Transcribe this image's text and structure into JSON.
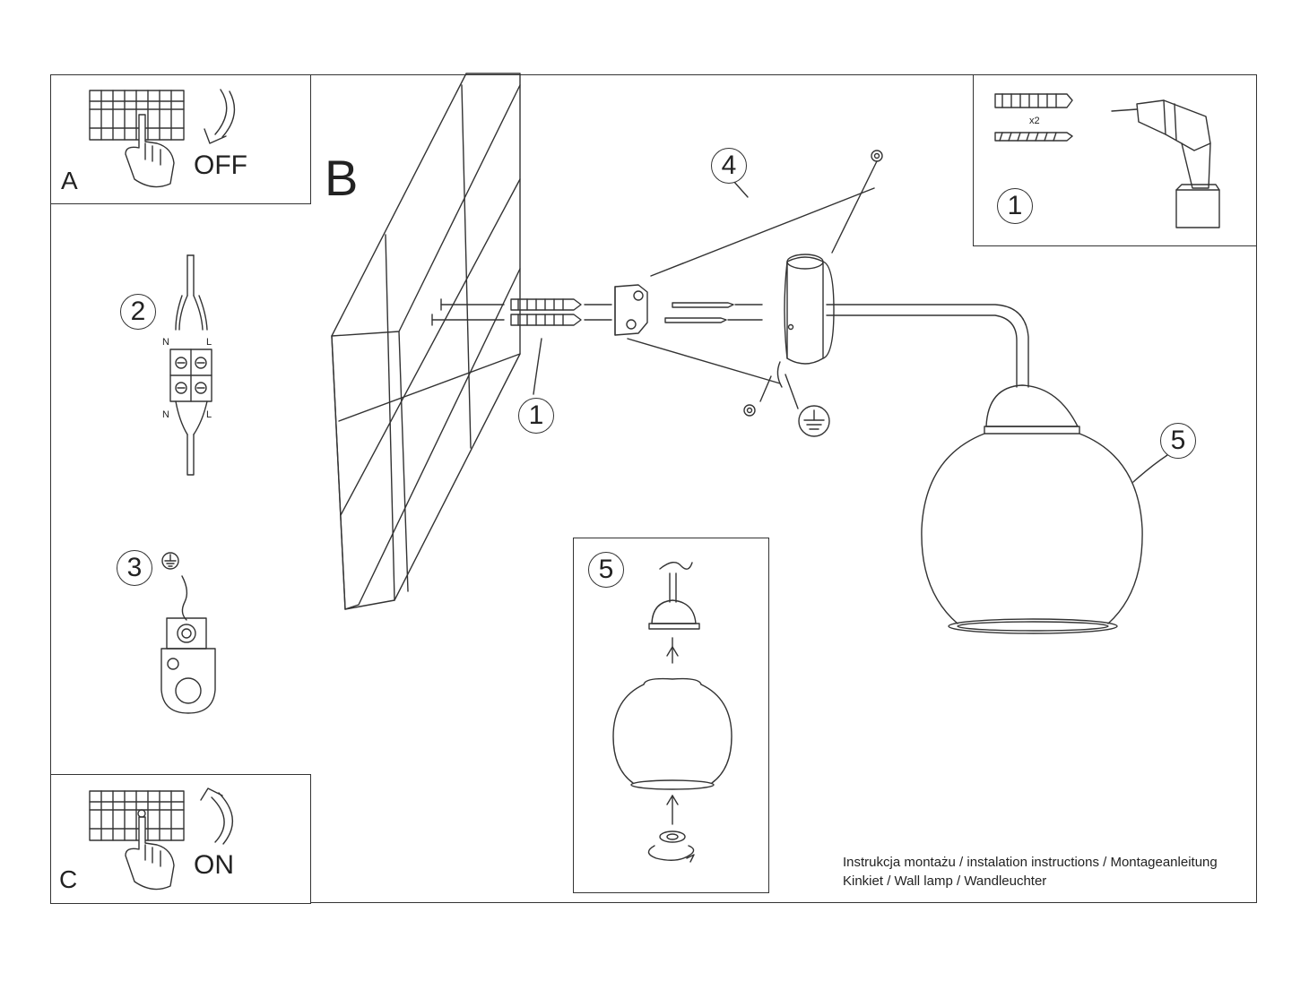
{
  "panels": {
    "a": {
      "letter": "A",
      "word": "OFF"
    },
    "b": {
      "letter": "B"
    },
    "c": {
      "letter": "C",
      "word": "ON"
    }
  },
  "steps": {
    "tools": {
      "num": "1",
      "qty": "x2"
    },
    "wiring": {
      "num": "2",
      "label_n_top": "N",
      "label_l_top": "L",
      "label_n_bottom": "N",
      "label_l_bottom": "L"
    },
    "ground": {
      "num": "3"
    },
    "wall_plugs": {
      "num": "1"
    },
    "bracket": {
      "num": "4"
    },
    "lamp": {
      "num": "5"
    },
    "shade_detail": {
      "num": "5"
    }
  },
  "caption": {
    "line1": "Instrukcja montażu / instalation instructions / Montageanleitung",
    "line2": "Kinkiet / Wall lamp / Wandleuchter"
  }
}
